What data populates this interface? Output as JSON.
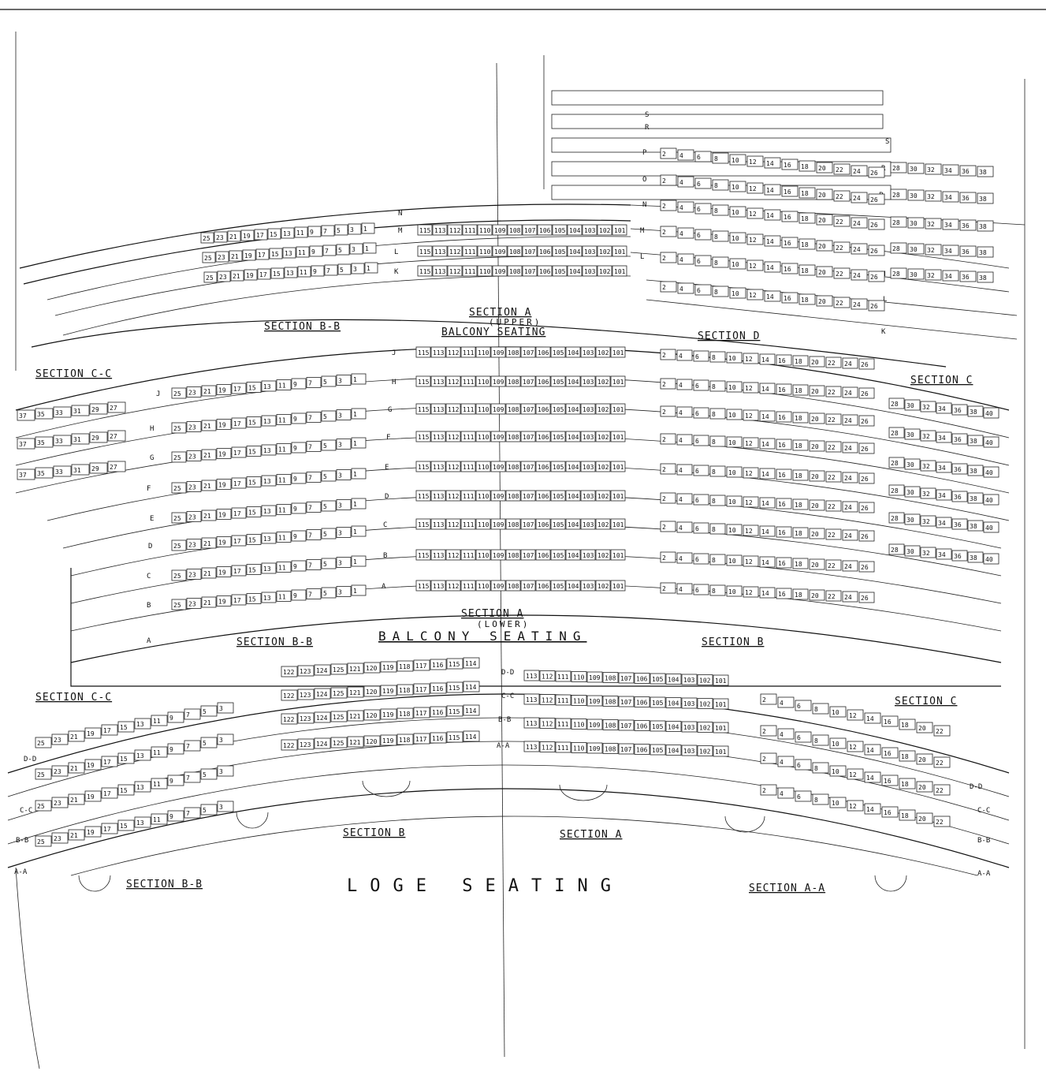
{
  "titles": {
    "upper_section": "SECTION A",
    "upper_paren": "(UPPER)",
    "upper_name": "BALCONY SEATING",
    "lower_section": "SECTION A",
    "lower_paren": "(LOWER)",
    "lower_name": "BALCONY SEATING",
    "loge_name": "LOGE SEATING"
  },
  "section_labels": {
    "upper_left": "SECTION B-B",
    "upper_right": "SECTION D",
    "upper_cc": "SECTION C-C",
    "upper_c": "SECTION C",
    "lower_left": "SECTION B-B",
    "lower_right": "SECTION B",
    "lower_cc": "SECTION C-C",
    "lower_c": "SECTION C",
    "loge_b": "SECTION B",
    "loge_a": "SECTION A",
    "loge_bb": "SECTION B-B",
    "loge_aa": "SECTION A-A"
  },
  "rows": {
    "upper_center": [
      "N",
      "M",
      "L",
      "K"
    ],
    "upper_right_top": [
      "S",
      "R",
      "P",
      "O",
      "N",
      "M",
      "L",
      "K"
    ],
    "upper_far_right": [
      "S",
      "R",
      "P",
      "O",
      "N",
      "M",
      "L",
      "K"
    ],
    "lower_center": [
      "J",
      "H",
      "G",
      "F",
      "E",
      "D",
      "C",
      "B",
      "A"
    ],
    "lower_left": [
      "J",
      "H",
      "G",
      "F",
      "E",
      "D",
      "C",
      "B",
      "A"
    ],
    "loge_center": [
      "D-D",
      "C-C",
      "B-B",
      "A-A"
    ],
    "loge_left": [
      "D-D",
      "C-C",
      "B-B",
      "A-A"
    ],
    "loge_right": [
      "D-D",
      "C-C",
      "B-B",
      "A-A"
    ]
  },
  "seats": {
    "center": [
      "115",
      "113",
      "112",
      "111",
      "110",
      "109",
      "108",
      "107",
      "106",
      "105",
      "104",
      "103",
      "102",
      "101"
    ],
    "right_even": [
      "2",
      "4",
      "6",
      "8",
      "10",
      "12",
      "14",
      "16",
      "18",
      "20",
      "22",
      "24",
      "26"
    ],
    "left_odd": [
      "25",
      "23",
      "21",
      "19",
      "17",
      "15",
      "13",
      "11",
      "9",
      "7",
      "5",
      "3",
      "1"
    ],
    "far_right": [
      "28",
      "30",
      "32",
      "34",
      "36",
      "38",
      "40"
    ],
    "far_left": [
      "37",
      "35",
      "33",
      "31",
      "29",
      "27"
    ],
    "loge_mid_left": [
      "122",
      "123",
      "124",
      "125",
      "121",
      "120",
      "119",
      "118",
      "117",
      "116",
      "115",
      "114"
    ],
    "loge_mid_right": [
      "113",
      "112",
      "111",
      "110",
      "109",
      "108",
      "107",
      "106",
      "105",
      "104",
      "103",
      "102",
      "101"
    ]
  }
}
